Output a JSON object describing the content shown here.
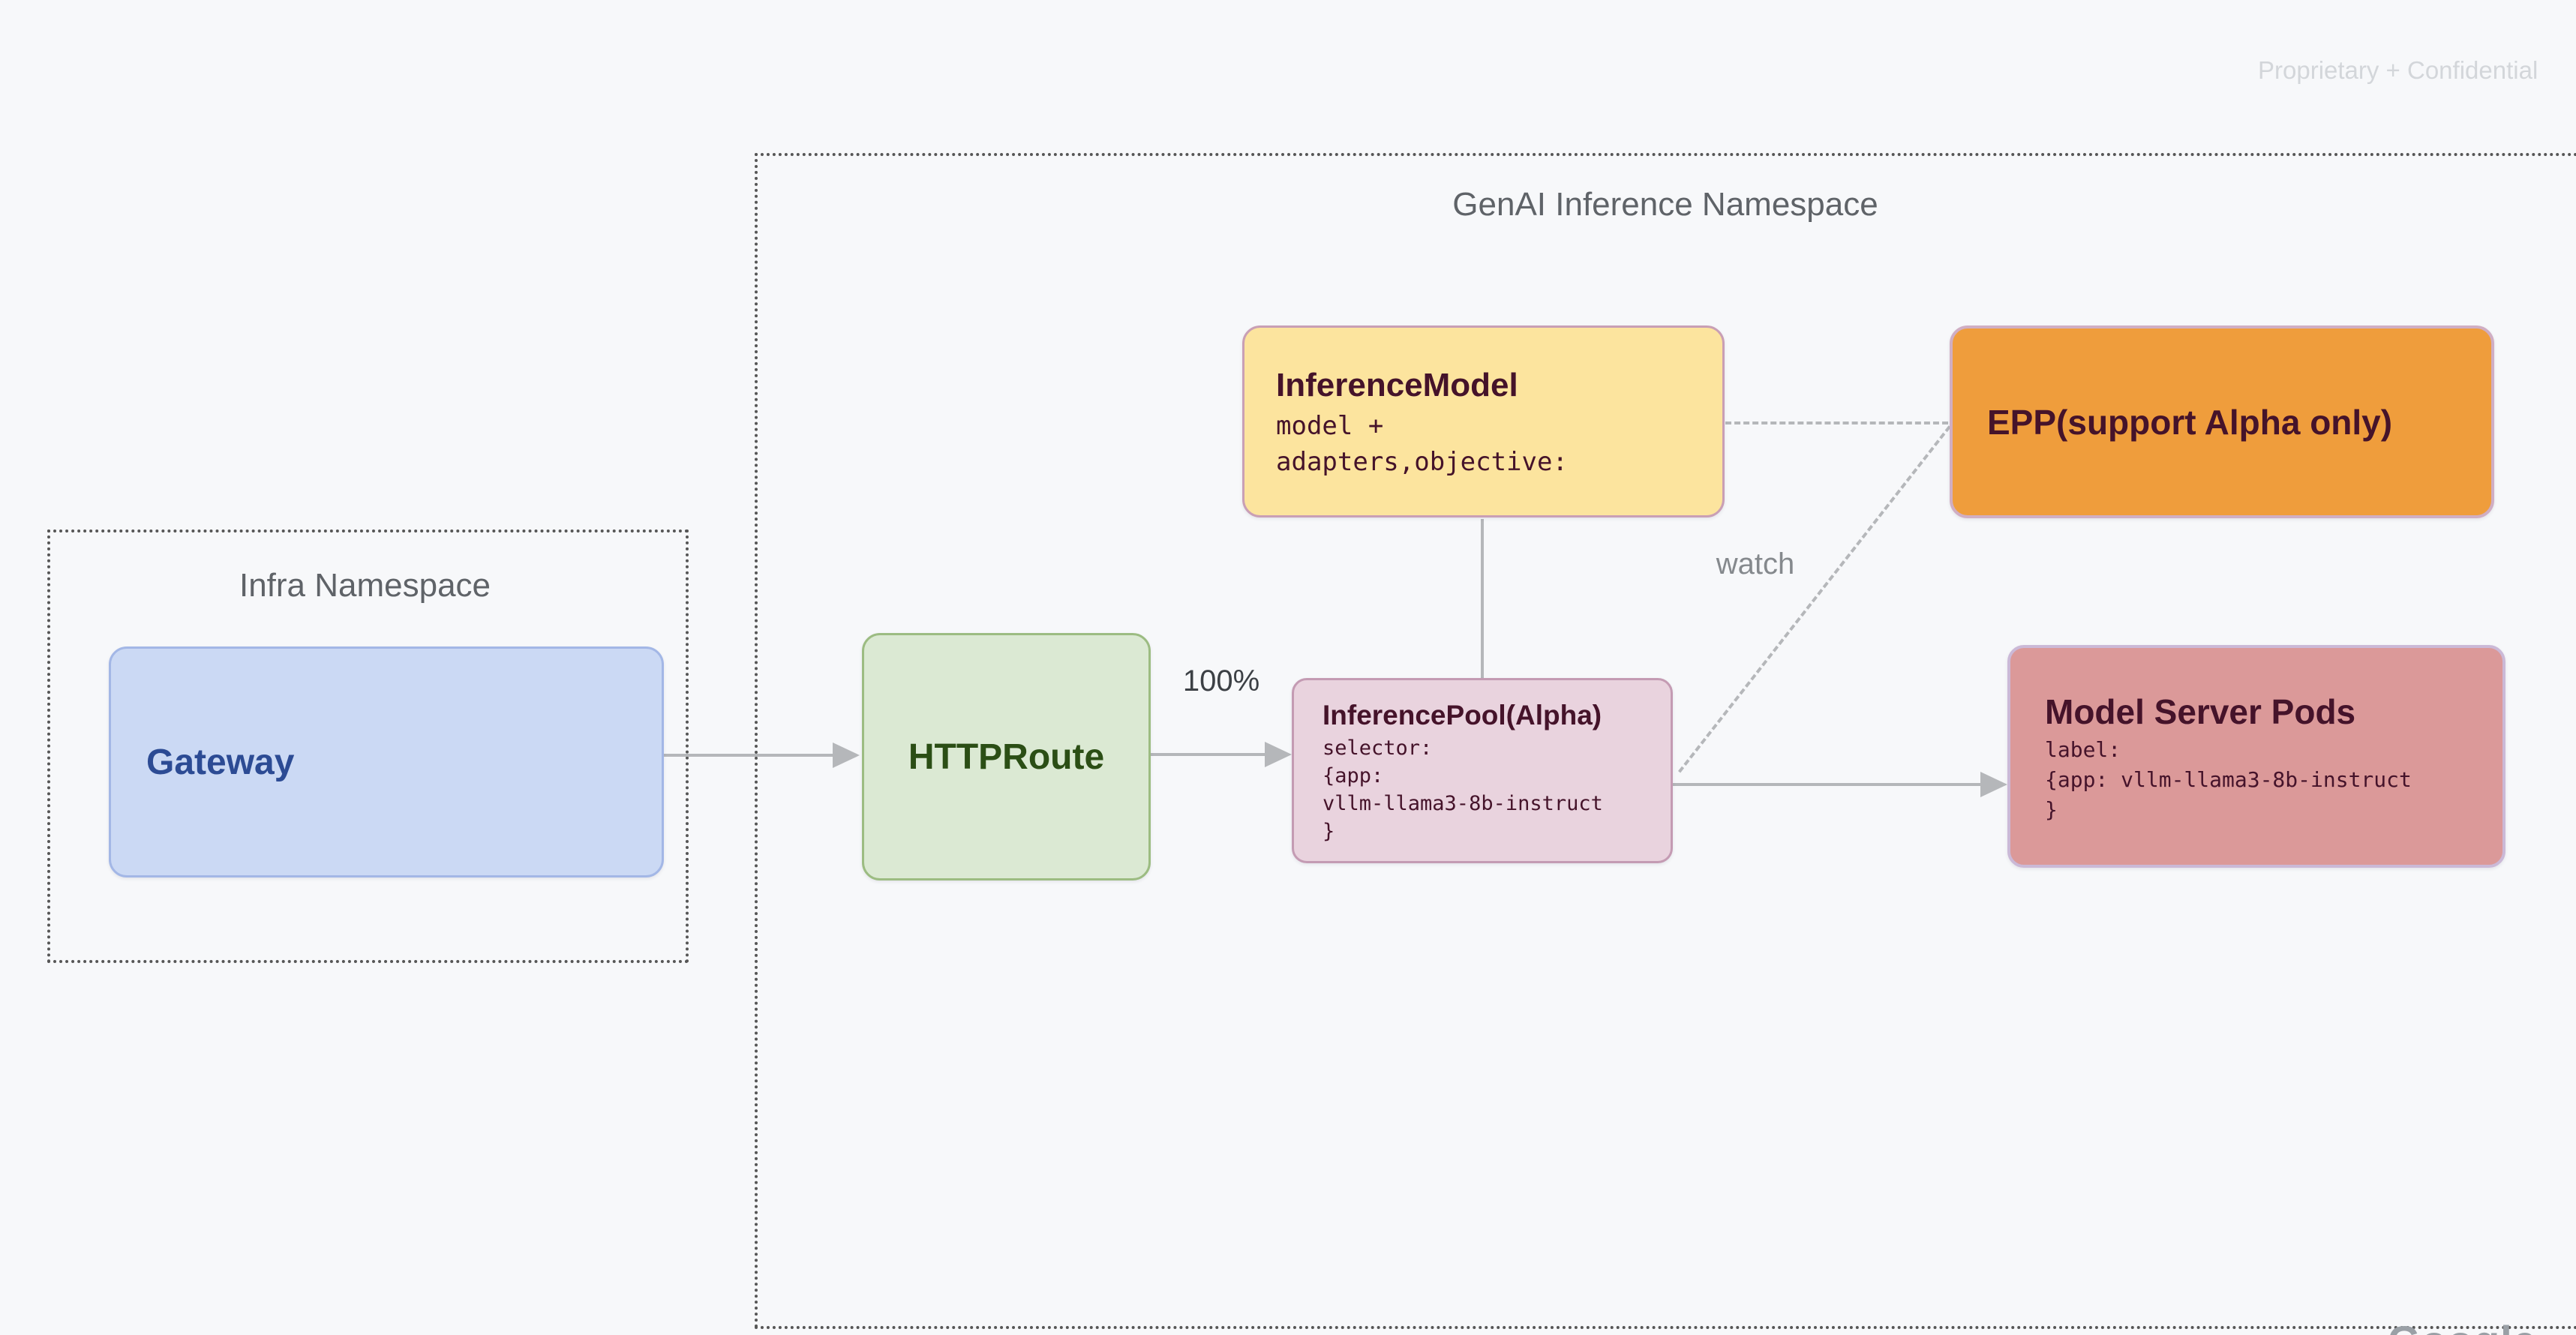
{
  "page": {
    "watermark": "Proprietary + Confidential",
    "brand": "Google"
  },
  "namespaces": {
    "genai": {
      "title": "GenAI Inference Namespace"
    },
    "infra": {
      "title": "Infra Namespace"
    }
  },
  "nodes": {
    "gateway": {
      "title": "Gateway"
    },
    "httproute": {
      "title": "HTTPRoute"
    },
    "inference_model": {
      "title": "InferenceModel",
      "lines": [
        "model +",
        "adapters,objective:"
      ]
    },
    "epp": {
      "title": "EPP(support Alpha only)"
    },
    "inference_pool": {
      "title": "InferencePool(Alpha)",
      "lines": [
        "selector:",
        "{app:",
        "vllm-llama3-8b-instruct",
        "}"
      ]
    },
    "model_server_pods": {
      "title": "Model Server Pods",
      "lines": [
        "label:",
        "{app: vllm-llama3-8b-instruct",
        "}"
      ]
    }
  },
  "edges": {
    "route_weight_label": "100%",
    "watch_label": "watch"
  },
  "colors": {
    "bg": "#f7f8fa",
    "dotted": "#565656",
    "ns_title": "#5f6368",
    "watermark": "#d3d6da",
    "gateway_fill": "#cbd9f4",
    "gateway_border": "#a3b7e6",
    "gateway_text": "#2c4b94",
    "route_fill": "#dbe9d3",
    "route_border": "#9cbc82",
    "route_text": "#2b4e15",
    "model_fill": "#fce49e",
    "model_border": "#c99fb5",
    "epp_fill": "#ef9d3c",
    "epp_border": "#d0aec3",
    "pool_fill": "#e9d3de",
    "pool_border": "#c49bb3",
    "pods_fill": "#db9999",
    "pods_border": "#cbb9d7",
    "maroon_text": "#45132a",
    "arrow": "#b5b7ba",
    "label_dark": "#3c4045",
    "label_gray": "#85898d",
    "brand": "#9aa0a6"
  }
}
